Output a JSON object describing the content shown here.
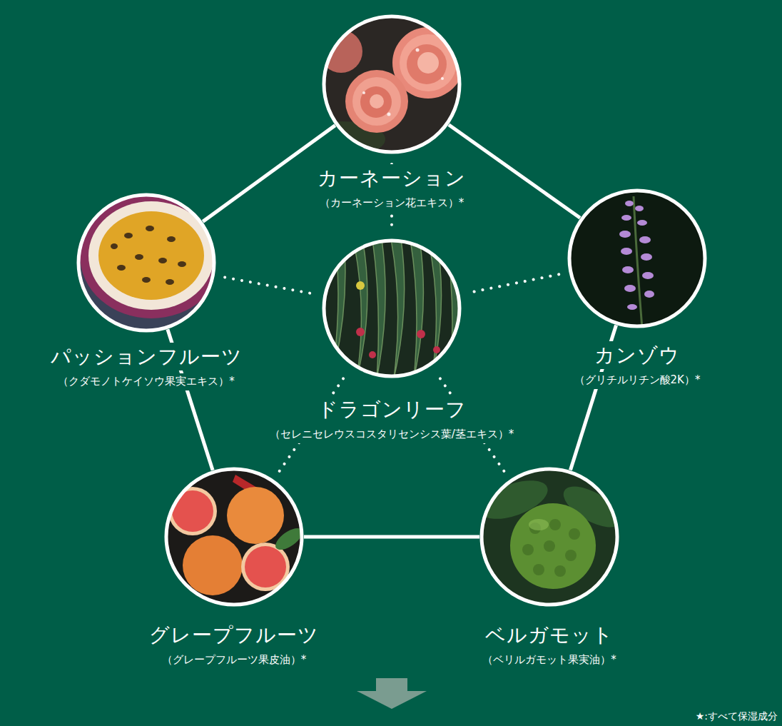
{
  "diagram": {
    "nodes": [
      {
        "text": [
          "カーネーション",
          "（カーネーション花エキス）*"
        ]
      },
      {
        "text": [
          "パッションフルーツ",
          "（クダモノトケイソウ果実エキス）*"
        ]
      },
      {
        "text": [
          "ドラゴンリーフ",
          "（セレニセレウスコスタリセンシス葉/茎エキス）*"
        ]
      },
      {
        "text": [
          "カンゾウ",
          "（グリチルリチン酸2K）*"
        ]
      },
      {
        "text": [
          "グレープフルーツ",
          "（グレープフルーツ果皮油）*"
        ]
      },
      {
        "text": [
          "ベルガモット",
          "（ベリルガモット果実油）*"
        ]
      }
    ],
    "edges": [
      {
        "from": 0,
        "to": 1,
        "arrow": "none"
      },
      {
        "from": 0,
        "to": 3,
        "arrow": "none"
      },
      {
        "from": 1,
        "to": 4,
        "arrow": "none"
      },
      {
        "from": 3,
        "to": 5,
        "arrow": "none"
      },
      {
        "from": 4,
        "to": 5,
        "arrow": "none"
      },
      {
        "from": 0,
        "to": 2,
        "arrow": "none"
      },
      {
        "from": 1,
        "to": 2,
        "arrow": "none"
      },
      {
        "from": 3,
        "to": 2,
        "arrow": "none"
      },
      {
        "from": 4,
        "to": 2,
        "arrow": "none"
      },
      {
        "from": 5,
        "to": 2,
        "arrow": "none"
      }
    ],
    "labels": [
      "★:すべて保湿成分"
    ]
  }
}
